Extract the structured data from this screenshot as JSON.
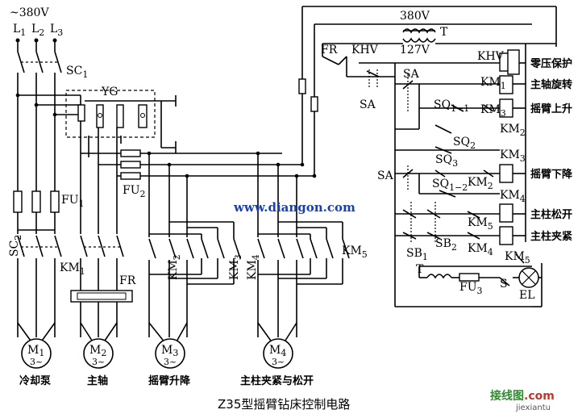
{
  "caption": "Z35型摇臂钻床控制电路",
  "supply": {
    "voltage": "~380V",
    "l1": "L",
    "l2": "L",
    "l3": "L",
    "s1": "1",
    "s2": "2",
    "s3": "3"
  },
  "components": {
    "sc1": "SC",
    "sc1_sub": "1",
    "sc2": "SC",
    "sc2_sub": "2",
    "yg": "YG",
    "fu1": "FU",
    "fu1_sub": "1",
    "fu2": "FU",
    "fu2_sub": "2",
    "fu3": "FU",
    "fu3_sub": "3",
    "km1": "KM",
    "km1_sub": "1",
    "km2": "KM",
    "km2_sub": "2",
    "km3": "KM",
    "km3_sub": "3",
    "km4": "KM",
    "km4_sub": "4",
    "km5": "KM",
    "km5_sub": "5",
    "fr": "FR",
    "khv": "KHV",
    "sa": "SA",
    "t": "T",
    "s": "S",
    "el": "EL",
    "sb1": "SB",
    "sb1_sub": "1",
    "sb2": "SB",
    "sb2_sub": "2",
    "sq1_1": "SQ",
    "sq1_1_sub": "1−1",
    "sq1_2": "SQ",
    "sq1_2_sub": "1−2",
    "sq2": "SQ",
    "sq2_sub": "2",
    "sq3": "SQ",
    "sq3_sub": "3"
  },
  "control": {
    "voltage_in": "380V",
    "voltage_out": "127V"
  },
  "motors": [
    {
      "name": "M",
      "sub": "1",
      "phase": "3~",
      "label": "冷却泵"
    },
    {
      "name": "M",
      "sub": "2",
      "phase": "3~",
      "label": "主轴"
    },
    {
      "name": "M",
      "sub": "3",
      "phase": "3~",
      "label": "摇臂升降"
    },
    {
      "name": "M",
      "sub": "4",
      "phase": "3~",
      "label": "主柱夹紧与松开"
    }
  ],
  "functions": [
    "零压保护",
    "主轴旋转",
    "摇臂上升",
    "摇臂下降",
    "主柱松开",
    "主柱夹紧"
  ],
  "watermark": "www.diangon.com",
  "logo": {
    "text": "接线图",
    "dom": ".com",
    "sub": "jiexiantu"
  }
}
